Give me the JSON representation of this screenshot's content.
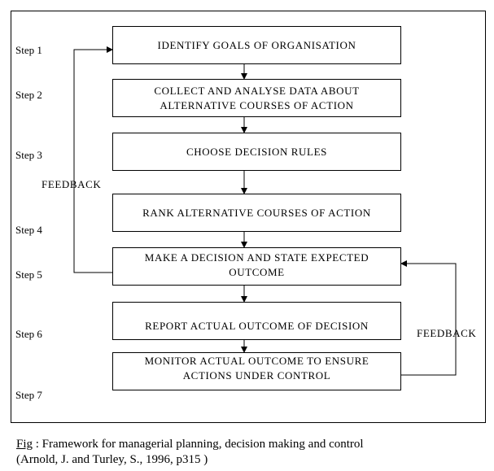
{
  "steps": [
    "Step 1",
    "Step 2",
    "Step 3",
    "Step 4",
    "Step 5",
    "Step 6",
    "Step 7"
  ],
  "boxes": [
    "IDENTIFY GOALS OF ORGANISATION",
    "COLLECT AND ANALYSE DATA ABOUT\nALTERNATIVE COURSES OF ACTION",
    "CHOOSE DECISION RULES",
    "RANK ALTERNATIVE COURSES OF ACTION",
    "MAKE A DECISION AND STATE EXPECTED\nOUTCOME",
    "REPORT ACTUAL OUTCOME OF DECISION",
    "MONITOR ACTUAL OUTCOME TO ENSURE\nACTIONS UNDER CONTROL"
  ],
  "feedback_left": "FEEDBACK",
  "feedback_right": "FEEDBACK",
  "caption": {
    "fig": "Fig",
    "line1_rest": " : Framework for managerial planning, decision making and control",
    "line2": "(Arnold, J. and Turley, S., 1996, p315 )"
  }
}
